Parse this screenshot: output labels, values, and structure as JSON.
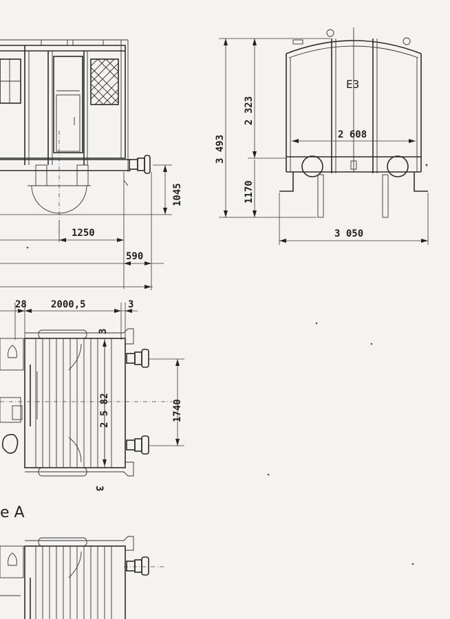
{
  "dimensions": {
    "end_total_height": "3 493",
    "end_body_height": "2 323",
    "end_inner_width": "2 608",
    "end_lower_height": "1170",
    "end_overall_width": "3 050",
    "side_axle_height": "1045",
    "side_axle_to_end": "1250",
    "side_buffer_offset": "590",
    "plan_left_gap": "28",
    "plan_length": "2000,5",
    "plan_right_gap": "3",
    "plan_width": "2 5 82",
    "plan_buffer_spacing": "1740",
    "plan_side_gap": "3",
    "end_door_mark": "E3"
  },
  "view_label": "e A"
}
